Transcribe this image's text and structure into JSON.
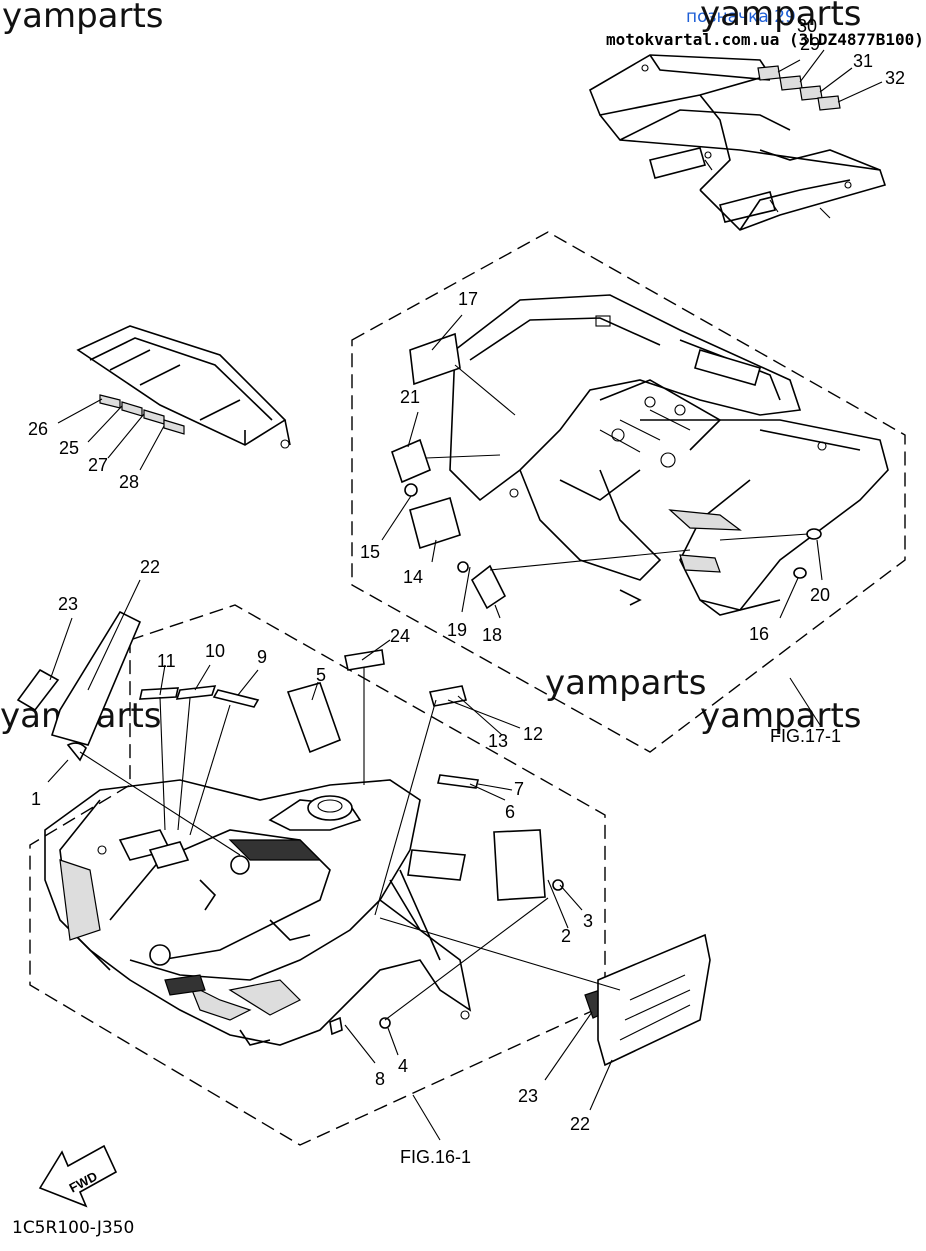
{
  "header": {
    "link_text": "позначка 29",
    "site_text": "motokvartal.com.ua (3LDZ4877B100)"
  },
  "watermarks": [
    "yamparts",
    "yamparts",
    "yamparts",
    "yamparts",
    "yamparts"
  ],
  "callouts": {
    "c1": "1",
    "c2": "2",
    "c3": "3",
    "c4": "4",
    "c5": "5",
    "c6": "6",
    "c7": "7",
    "c8": "8",
    "c9": "9",
    "c10": "10",
    "c11": "11",
    "c12": "12",
    "c13": "13",
    "c14": "14",
    "c15": "15",
    "c16": "16",
    "c17": "17",
    "c18": "18",
    "c19": "19",
    "c20": "20",
    "c21": "21",
    "c22a": "22",
    "c22b": "22",
    "c23a": "23",
    "c23b": "23",
    "c24": "24",
    "c25": "25",
    "c26": "26",
    "c27": "27",
    "c28": "28",
    "c29": "29",
    "c30": "30",
    "c31": "31",
    "c32": "32"
  },
  "figures": {
    "front": "FIG.16-1",
    "rear": "FIG.17-1"
  },
  "fwd_label": "FWD",
  "drawing_code": "1C5R100-J350"
}
